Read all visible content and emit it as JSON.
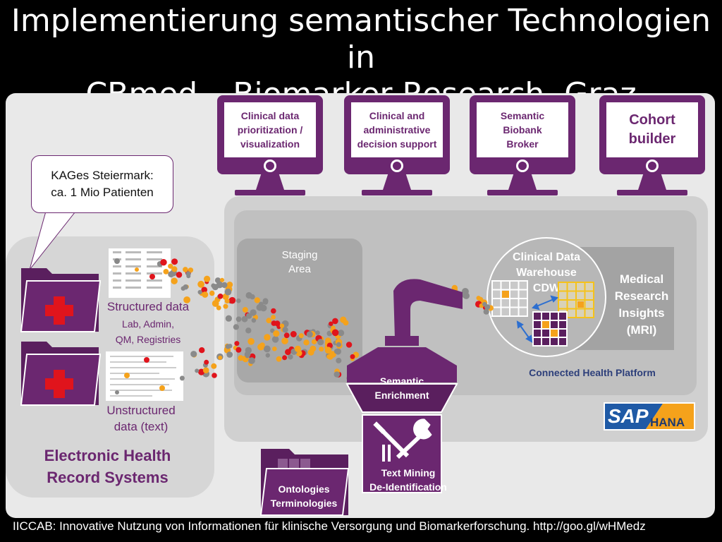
{
  "title": {
    "line1": "Implementierung semantischer Technologien in",
    "line2": "CBmed – Biomarker Research, Graz"
  },
  "monitors": [
    {
      "line1": "Clinical data",
      "line2": "prioritization /",
      "line3": "visualization"
    },
    {
      "line1": "Clinical and",
      "line2": "administrative",
      "line3": "decision support"
    },
    {
      "line1": "Semantic",
      "line2": "Biobank",
      "line3": "Broker"
    },
    {
      "line1": "Cohort",
      "line2": "builder"
    }
  ],
  "bubble": {
    "line1": "KAGes Steiermark:",
    "line2": "ca. 1 Mio Patienten"
  },
  "ehr": {
    "structured_title": "Structured data",
    "structured_sub1": "Lab, Admin,",
    "structured_sub2": "QM, Registries",
    "unstructured_line1": "Unstructured",
    "unstructured_line2": "data (text)",
    "system_line1": "Electronic Health",
    "system_line2": "Record Systems"
  },
  "platform": {
    "staging_line1": "Staging",
    "staging_line2": "Area",
    "cdw_line1": "Clinical Data",
    "cdw_line2": "Warehouse",
    "cdw_line3": "CDW",
    "mri_line1": "Medical",
    "mri_line2": "Research",
    "mri_line3": "Insights",
    "mri_line4": "(MRI)",
    "name": "Connected Health Platform"
  },
  "sap": {
    "left": "SAP",
    "right": "HANA"
  },
  "enrichment": {
    "semantic_line1": "Semantic",
    "semantic_line2": "Enrichment",
    "mining_line1": "Text Mining",
    "mining_line2": "De-Identification"
  },
  "ontologies": {
    "line1": "Ontologies",
    "line2": "Terminologies"
  },
  "footer": "IICCAB: Innovative Nutzung von Informationen für klinische Versorgung und Biomarkerforschung. http://goo.gl/wHMedz",
  "colors": {
    "purple": "#6b2770",
    "orange": "#f5a21b",
    "red": "#e0141c",
    "navy": "#2d3f7a",
    "gray": "#8a8a8a"
  }
}
